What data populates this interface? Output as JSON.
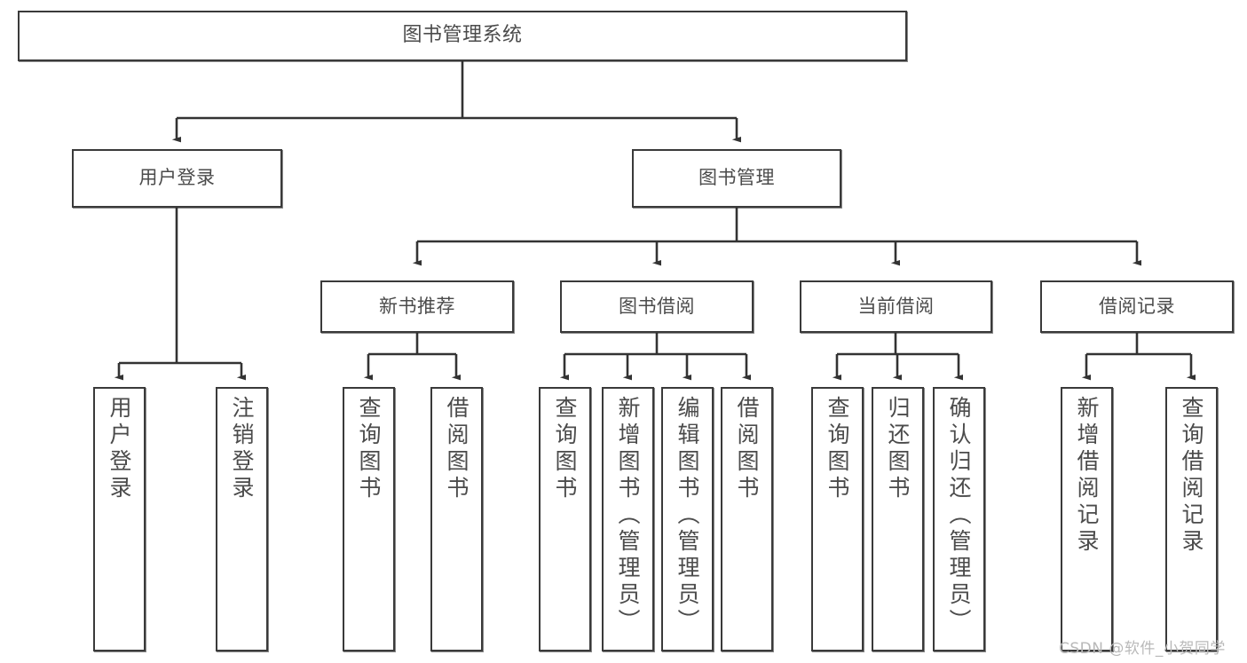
{
  "diagram": {
    "type": "hierarchy-tree",
    "title": "图书管理系统",
    "stroke_color": "#3a3a3a",
    "text_color": "#4b4b4b",
    "background": "#ffffff",
    "root": {
      "label": "图书管理系统"
    },
    "level1": [
      {
        "label": "用户登录"
      },
      {
        "label": "图书管理"
      }
    ],
    "level2": [
      {
        "label": "新书推荐"
      },
      {
        "label": "图书借阅"
      },
      {
        "label": "当前借阅"
      },
      {
        "label": "借阅记录"
      }
    ],
    "leaves": {
      "user_login": [
        {
          "label": "用户登录"
        },
        {
          "label": "注销登录"
        }
      ],
      "new_book_recommend": [
        {
          "label": "查询图书"
        },
        {
          "label": "借阅图书"
        }
      ],
      "book_borrow": [
        {
          "label": "查询图书"
        },
        {
          "label": "新增图书（管理员）"
        },
        {
          "label": "编辑图书（管理员）"
        },
        {
          "label": "借阅图书"
        }
      ],
      "current_borrow": [
        {
          "label": "查询图书"
        },
        {
          "label": "归还图书"
        },
        {
          "label": "确认归还（管理员）"
        }
      ],
      "borrow_record": [
        {
          "label": "新增借阅记录"
        },
        {
          "label": "查询借阅记录"
        }
      ]
    }
  },
  "watermark": {
    "text": "CSDN @软件_小贺同学"
  }
}
